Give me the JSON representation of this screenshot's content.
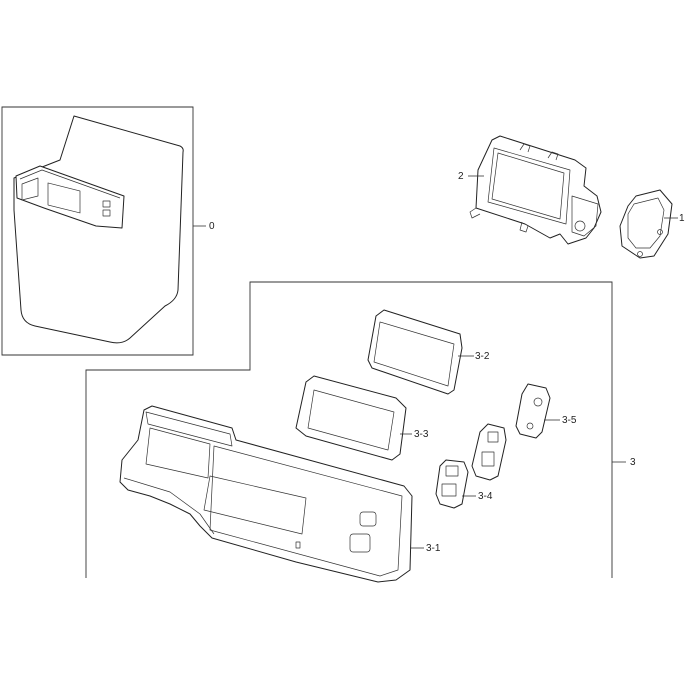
{
  "callouts": {
    "c0": "0",
    "c1": "1",
    "c2": "2",
    "c3": "3",
    "c3_1": "3-1",
    "c3_2": "3-2",
    "c3_3": "3-3",
    "c3_4": "3-4",
    "c3_5": "3-5"
  }
}
